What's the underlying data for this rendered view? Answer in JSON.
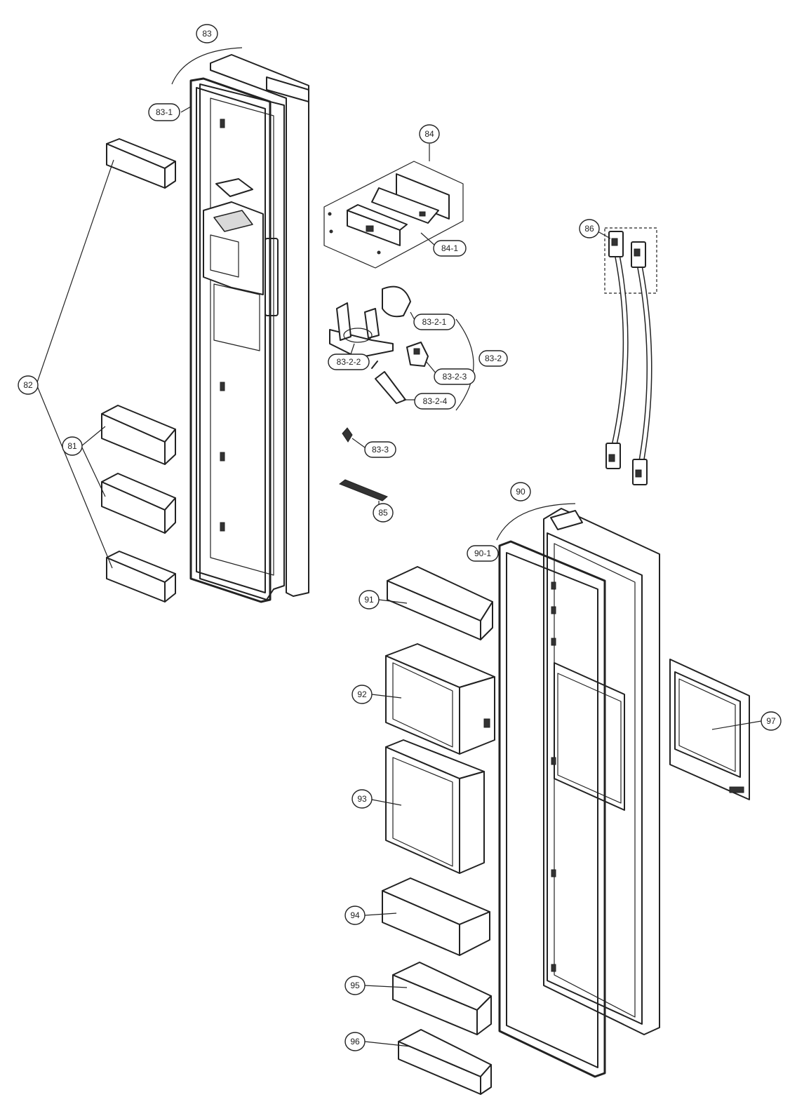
{
  "callouts": {
    "c81": "81",
    "c82": "82",
    "c83": "83",
    "c83_1": "83-1",
    "c84": "84",
    "c84_1": "84-1",
    "c83_2": "83-2",
    "c83_2_1": "83-2-1",
    "c83_2_2": "83-2-2",
    "c83_2_3": "83-2-3",
    "c83_2_4": "83-2-4",
    "c83_3": "83-3",
    "c85": "85",
    "c86": "86",
    "c90": "90",
    "c90_1": "90-1",
    "c91": "91",
    "c92": "92",
    "c93": "93",
    "c94": "94",
    "c95": "95",
    "c96": "96",
    "c97": "97"
  }
}
